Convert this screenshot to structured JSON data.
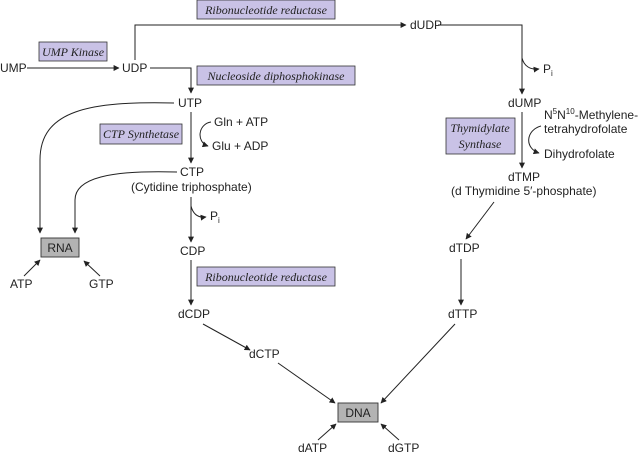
{
  "enzymes": {
    "ribonucleotide_reductase_top": "Ribonucleotide reductase",
    "ump_kinase": "UMP Kinase",
    "nucleoside_diphosphokinase": "Nucleoside diphosphokinase",
    "ctp_synthetase": "CTP Synthetase",
    "thymidylate_synthase_line1": "Thymidylate",
    "thymidylate_synthase_line2": "Synthase",
    "ribonucleotide_reductase_mid": "Ribonucleotide reductase"
  },
  "nodes": {
    "ump": "UMP",
    "udp": "UDP",
    "dudp": "dUDP",
    "utp": "UTP",
    "ctp": "CTP",
    "ctp_full": "(Cytidine triphosphate)",
    "cdp": "CDP",
    "dcdp": "dCDP",
    "dctp": "dCTP",
    "dump": "dUMP",
    "dtmp": "dTMP",
    "dtmp_full": "(d Thymidine 5′-phosphate)",
    "dtdp": "dTDP",
    "dttp": "dTTP",
    "rna": "RNA",
    "dna": "DNA",
    "atp": "ATP",
    "gtp": "GTP",
    "datp": "dATP",
    "dgtp": "dGTP"
  },
  "side_labels": {
    "pi_main": "P",
    "pi_sub": "i",
    "gln_atp": "Gln + ATP",
    "glu_adp": "Glu + ADP",
    "methylene_n": "N",
    "methylene_sup1": "5",
    "methylene_sup2": "10",
    "methylene_rest": "-Methylene-",
    "methylene_line2": "tetrahydrofolate",
    "dihydrofolate": "Dihydrofolate"
  },
  "colors": {
    "enzyme_box_fill": "#c9c2e6",
    "nucleic_box_fill": "#b3b3b3"
  }
}
